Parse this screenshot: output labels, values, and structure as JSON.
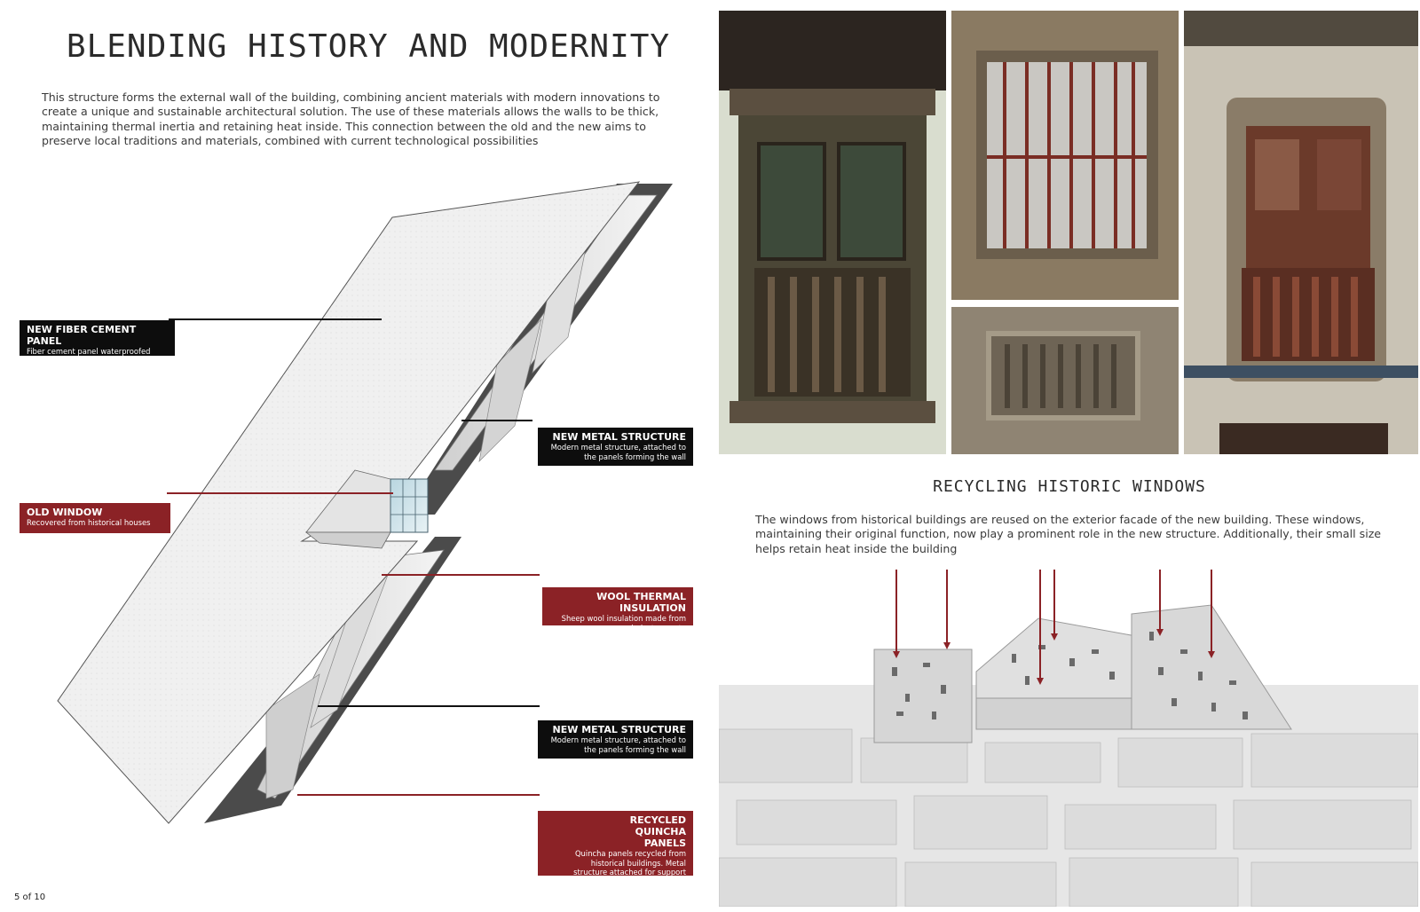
{
  "header": {
    "title": "BLENDING HISTORY AND MODERNITY",
    "intro": "This structure forms the external wall of the building, combining ancient materials with modern innovations to create a unique and sustainable architectural solution. The use of these materials allows the walls to be thick, maintaining thermal inertia and retaining heat inside. This connection between the old and the new aims to preserve local traditions and materials, combined with current technological possibilities"
  },
  "labels": {
    "fiber_panel": {
      "title": "NEW FIBER CEMENT PANEL",
      "desc": "Fiber cement panel waterproofed with additives for efficient thermal transfer"
    },
    "metal_structure_top": {
      "title": "NEW METAL STRUCTURE",
      "desc": "Modern metal structure, attached to the panels forming the wall"
    },
    "old_window": {
      "title": "OLD WINDOW",
      "desc": "Recovered from historical houses"
    },
    "wool_insulation": {
      "title": "WOOL THERMAL INSULATION",
      "desc": "Sheep wool insulation made from industry waste"
    },
    "metal_structure_bottom": {
      "title": "NEW METAL STRUCTURE",
      "desc": "Modern metal structure, attached to the panels forming the wall"
    },
    "quincha": {
      "title": "RECYCLED QUINCHA PANELS",
      "desc": "Quincha panels recycled from historical buildings. Metal structure attached for support"
    }
  },
  "page_number": "5 of 10",
  "recycling": {
    "title": "RECYCLING HISTORIC WINDOWS",
    "intro": "The windows from historical buildings are reused on the exterior facade of the new building. These windows, maintaining their original function, now play a prominent role in the new structure. Additionally, their small size helps retain heat inside the building"
  },
  "colors": {
    "accent_red": "#8b2226",
    "label_black": "#0d0d0d",
    "panel_grey": "#ececec",
    "frame_dark": "#4a4a4a"
  }
}
